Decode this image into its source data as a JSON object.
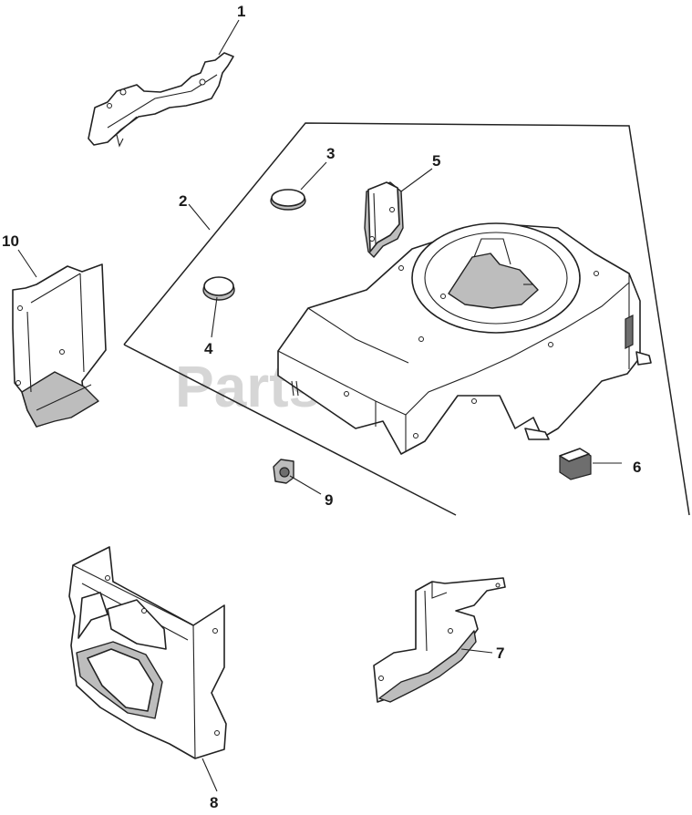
{
  "watermark": {
    "text": "PartsTree",
    "trademark": "™"
  },
  "callouts": [
    {
      "id": "1",
      "label": "1"
    },
    {
      "id": "2",
      "label": "2"
    },
    {
      "id": "3",
      "label": "3"
    },
    {
      "id": "4",
      "label": "4"
    },
    {
      "id": "5",
      "label": "5"
    },
    {
      "id": "6",
      "label": "6"
    },
    {
      "id": "7",
      "label": "7"
    },
    {
      "id": "8",
      "label": "8"
    },
    {
      "id": "9",
      "label": "9"
    },
    {
      "id": "10",
      "label": "10"
    }
  ],
  "colors": {
    "line": "#222222",
    "shade": "#bdbdbd",
    "watermark": "#d6d6d6",
    "background": "#ffffff"
  }
}
